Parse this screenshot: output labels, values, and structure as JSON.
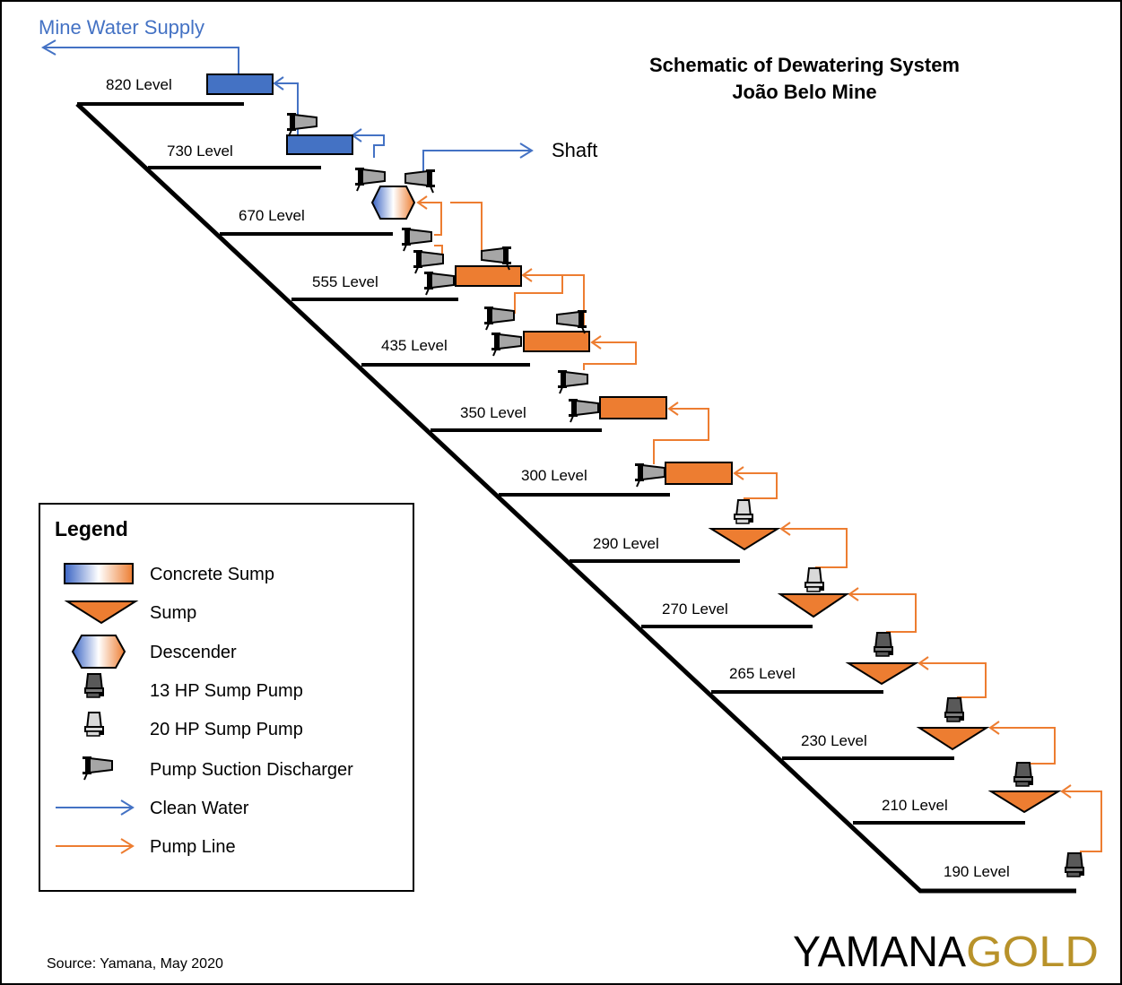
{
  "title": {
    "line1": "Schematic of Dewatering System",
    "line2": "João Belo Mine"
  },
  "labels": {
    "mine_water_supply": "Mine Water Supply",
    "shaft": "Shaft"
  },
  "levels": [
    "820 Level",
    "730 Level",
    "670 Level",
    "555 Level",
    "435 Level",
    "350 Level",
    "300 Level",
    "290 Level",
    "270 Level",
    "265 Level",
    "230 Level",
    "210 Level",
    "190 Level"
  ],
  "legend": {
    "title": "Legend",
    "items": [
      "Concrete Sump",
      "Sump",
      "Descender",
      "13 HP Sump Pump",
      "20 HP Sump Pump",
      "Pump Suction Discharger",
      "Clean Water",
      "Pump Line"
    ]
  },
  "source": "Source: Yamana, May 2020",
  "logo": {
    "part1": "YAMANA",
    "part2": "GOLD"
  },
  "colors": {
    "clean_water": "#4472c4",
    "pump_line": "#ed7d31",
    "concrete_sump_blue": "#4472c4",
    "concrete_sump_orange": "#ed7d31",
    "logo_gold": "#b8922a"
  }
}
